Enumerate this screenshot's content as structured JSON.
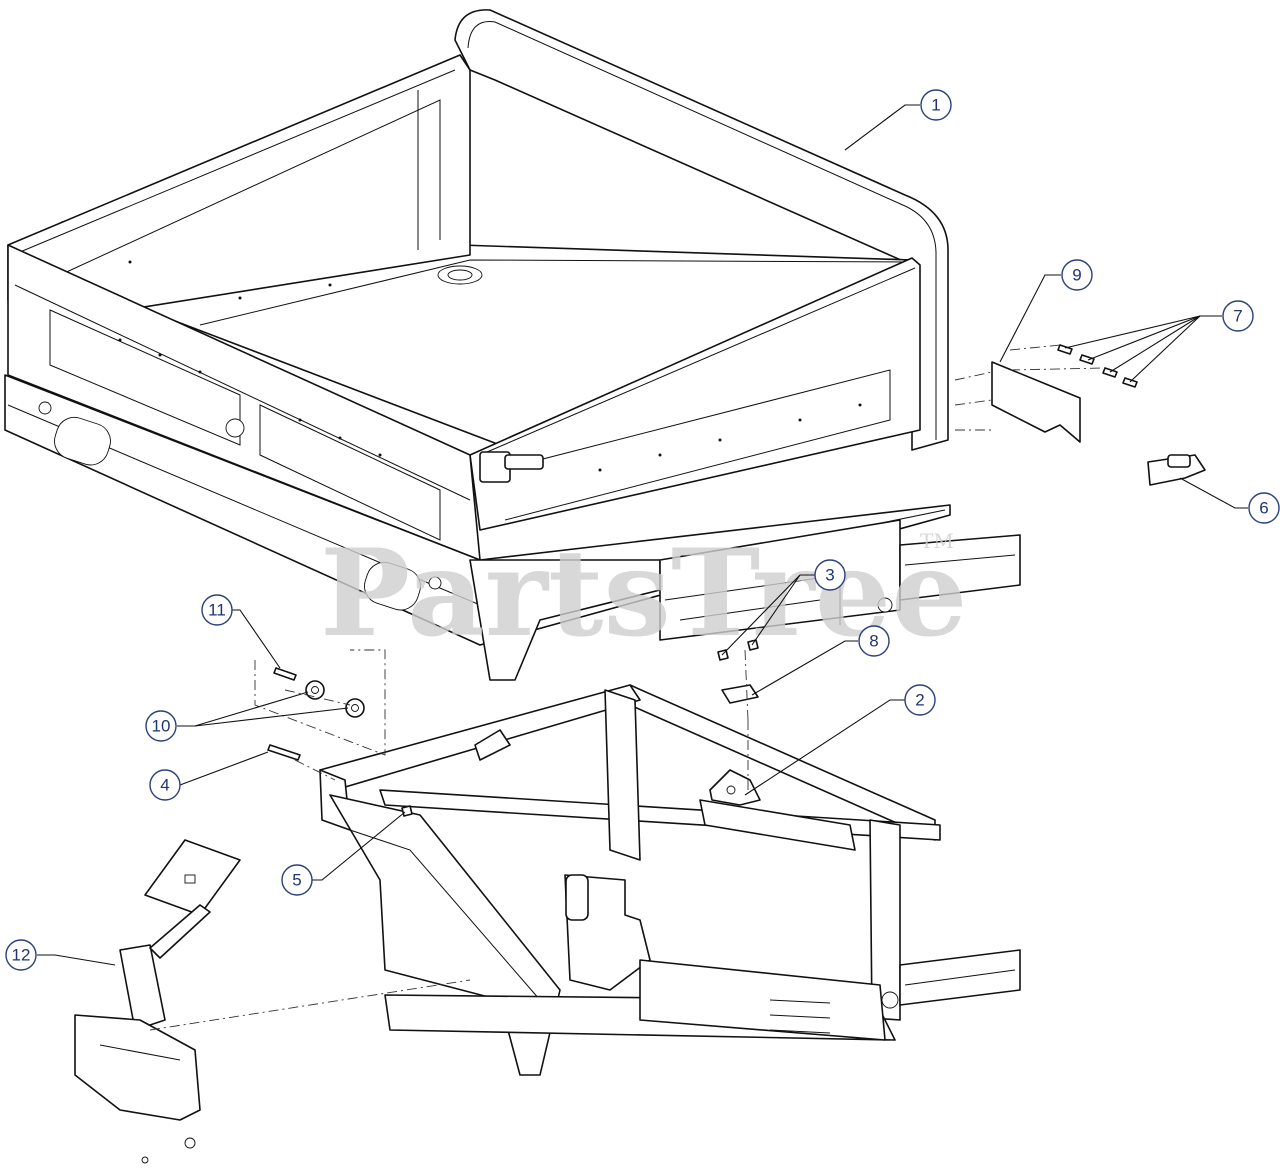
{
  "watermark": {
    "brand": "PartsTree",
    "trademark": "TM"
  },
  "callouts": [
    {
      "id": "callout-1",
      "label": "1"
    },
    {
      "id": "callout-2",
      "label": "2"
    },
    {
      "id": "callout-3",
      "label": "3"
    },
    {
      "id": "callout-4",
      "label": "4"
    },
    {
      "id": "callout-5",
      "label": "5"
    },
    {
      "id": "callout-6",
      "label": "6"
    },
    {
      "id": "callout-7",
      "label": "7"
    },
    {
      "id": "callout-8",
      "label": "8"
    },
    {
      "id": "callout-9",
      "label": "9"
    },
    {
      "id": "callout-10",
      "label": "10"
    },
    {
      "id": "callout-11",
      "label": "11"
    },
    {
      "id": "callout-12",
      "label": "12"
    }
  ],
  "colors": {
    "callout_ink": "#1f3570",
    "line": "#111111",
    "watermark": "#cfcfcf"
  }
}
